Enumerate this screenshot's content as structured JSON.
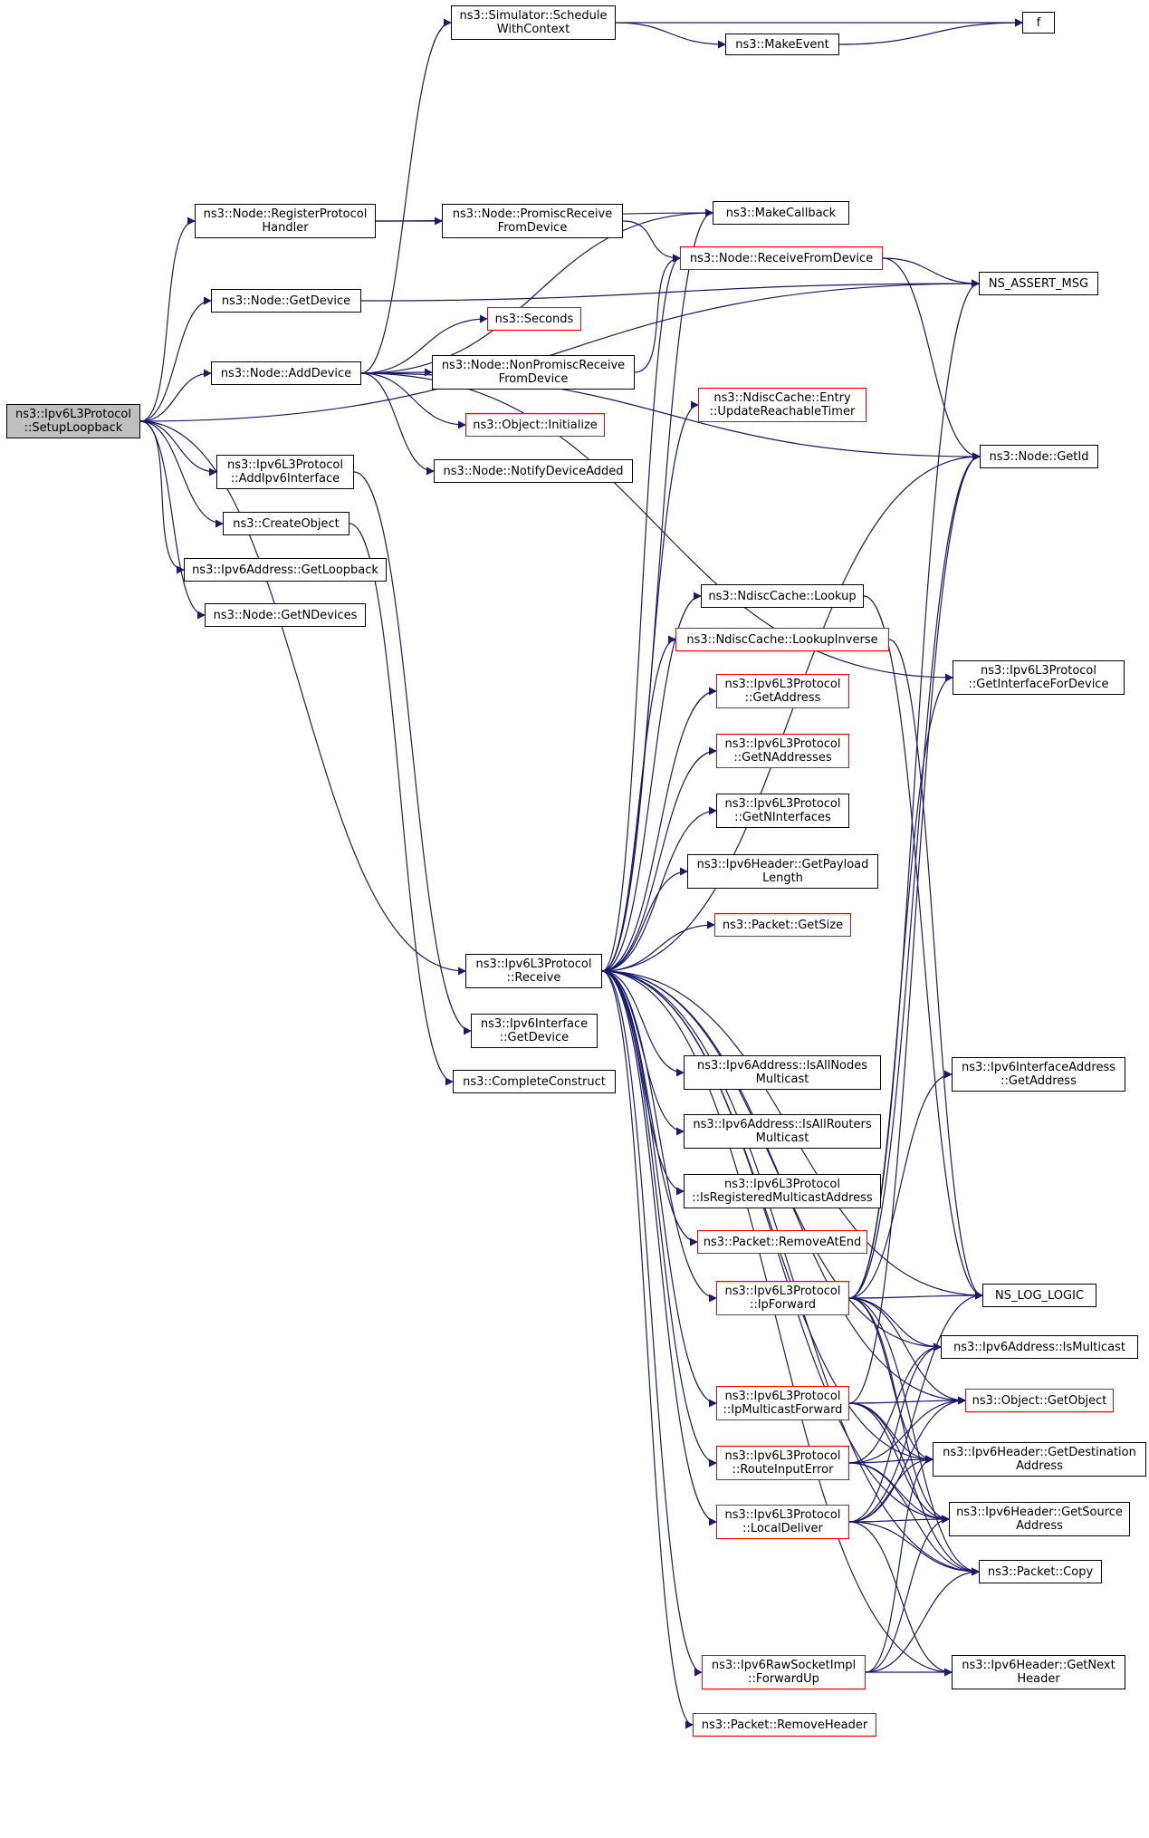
{
  "graph": {
    "root": "ns3::Ipv6L3Protocol::SetupLoopback",
    "colors": {
      "edge": "#191970",
      "node_border": "#000000",
      "node_border_undocumented": "#ff0000",
      "root_fill": "#bfbfbf",
      "background": "#ffffff"
    },
    "nodes": [
      {
        "id": "setup",
        "lines": [
          "ns3::Ipv6L3Protocol",
          "::SetupLoopback"
        ],
        "red": false,
        "root": true
      },
      {
        "id": "schedctx",
        "lines": [
          "ns3::Simulator::Schedule",
          "WithContext"
        ],
        "red": false
      },
      {
        "id": "f",
        "lines": [
          "f"
        ],
        "red": false
      },
      {
        "id": "makeevent",
        "lines": [
          "ns3::MakeEvent"
        ],
        "red": false
      },
      {
        "id": "regproto",
        "lines": [
          "ns3::Node::RegisterProtocol",
          "Handler"
        ],
        "red": false
      },
      {
        "id": "promisc",
        "lines": [
          "ns3::Node::PromiscReceive",
          "FromDevice"
        ],
        "red": false
      },
      {
        "id": "makecb",
        "lines": [
          "ns3::MakeCallback"
        ],
        "red": false
      },
      {
        "id": "recvfromdev",
        "lines": [
          "ns3::Node::ReceiveFromDevice"
        ],
        "red": true
      },
      {
        "id": "nsassert",
        "lines": [
          "NS_ASSERT_MSG"
        ],
        "red": false
      },
      {
        "id": "getdevice",
        "lines": [
          "ns3::Node::GetDevice"
        ],
        "red": false
      },
      {
        "id": "seconds",
        "lines": [
          "ns3::Seconds"
        ],
        "red": true
      },
      {
        "id": "adddevice",
        "lines": [
          "ns3::Node::AddDevice"
        ],
        "red": false
      },
      {
        "id": "nonpromisc",
        "lines": [
          "ns3::Node::NonPromiscReceive",
          "FromDevice"
        ],
        "red": false
      },
      {
        "id": "ndiscentry",
        "lines": [
          "ns3::NdiscCache::Entry",
          "::UpdateReachableTimer"
        ],
        "red": true
      },
      {
        "id": "objinit",
        "lines": [
          "ns3::Object::Initialize"
        ],
        "red": true
      },
      {
        "id": "getid",
        "lines": [
          "ns3::Node::GetId"
        ],
        "red": false
      },
      {
        "id": "addipv6if",
        "lines": [
          "ns3::Ipv6L3Protocol",
          "::AddIpv6Interface"
        ],
        "red": false
      },
      {
        "id": "notifyadded",
        "lines": [
          "ns3::Node::NotifyDeviceAdded"
        ],
        "red": false
      },
      {
        "id": "createobj",
        "lines": [
          "ns3::CreateObject"
        ],
        "red": false
      },
      {
        "id": "getloopback",
        "lines": [
          "ns3::Ipv6Address::GetLoopback"
        ],
        "red": false
      },
      {
        "id": "ndisclookup",
        "lines": [
          "ns3::NdiscCache::Lookup"
        ],
        "red": false
      },
      {
        "id": "getndevices",
        "lines": [
          "ns3::Node::GetNDevices"
        ],
        "red": false
      },
      {
        "id": "ndisclookupinv",
        "lines": [
          "ns3::NdiscCache::LookupInverse"
        ],
        "red": true
      },
      {
        "id": "getiffordev",
        "lines": [
          "ns3::Ipv6L3Protocol",
          "::GetInterfaceForDevice"
        ],
        "red": false
      },
      {
        "id": "getaddress",
        "lines": [
          "ns3::Ipv6L3Protocol",
          "::GetAddress"
        ],
        "red": true
      },
      {
        "id": "getnaddr",
        "lines": [
          "ns3::Ipv6L3Protocol",
          "::GetNAddresses"
        ],
        "red": true
      },
      {
        "id": "getnif",
        "lines": [
          "ns3::Ipv6L3Protocol",
          "::GetNInterfaces"
        ],
        "red": false
      },
      {
        "id": "getpayload",
        "lines": [
          "ns3::Ipv6Header::GetPayload",
          "Length"
        ],
        "red": false
      },
      {
        "id": "getsize",
        "lines": [
          "ns3::Packet::GetSize"
        ],
        "red": true
      },
      {
        "id": "receive",
        "lines": [
          "ns3::Ipv6L3Protocol",
          "::Receive"
        ],
        "red": false
      },
      {
        "id": "ifgetdevice",
        "lines": [
          "ns3::Ipv6Interface",
          "::GetDevice"
        ],
        "red": false
      },
      {
        "id": "allnodes",
        "lines": [
          "ns3::Ipv6Address::IsAllNodes",
          "Multicast"
        ],
        "red": false
      },
      {
        "id": "ifaddrget",
        "lines": [
          "ns3::Ipv6InterfaceAddress",
          "::GetAddress"
        ],
        "red": false
      },
      {
        "id": "completeconstruct",
        "lines": [
          "ns3::CompleteConstruct"
        ],
        "red": false
      },
      {
        "id": "allrouters",
        "lines": [
          "ns3::Ipv6Address::IsAllRouters",
          "Multicast"
        ],
        "red": false
      },
      {
        "id": "isregmcast",
        "lines": [
          "ns3::Ipv6L3Protocol",
          "::IsRegisteredMulticastAddress"
        ],
        "red": false
      },
      {
        "id": "removeatend",
        "lines": [
          "ns3::Packet::RemoveAtEnd"
        ],
        "red": true
      },
      {
        "id": "ipforward",
        "lines": [
          "ns3::Ipv6L3Protocol",
          "::IpForward"
        ],
        "red": true
      },
      {
        "id": "nslog",
        "lines": [
          "NS_LOG_LOGIC"
        ],
        "red": false
      },
      {
        "id": "ismulticast",
        "lines": [
          "ns3::Ipv6Address::IsMulticast"
        ],
        "red": false
      },
      {
        "id": "ipmcastfwd",
        "lines": [
          "ns3::Ipv6L3Protocol",
          "::IpMulticastForward"
        ],
        "red": true
      },
      {
        "id": "getobject",
        "lines": [
          "ns3::Object::GetObject"
        ],
        "red": true
      },
      {
        "id": "routeinerr",
        "lines": [
          "ns3::Ipv6L3Protocol",
          "::RouteInputError"
        ],
        "red": true
      },
      {
        "id": "getdest",
        "lines": [
          "ns3::Ipv6Header::GetDestination",
          "Address"
        ],
        "red": false
      },
      {
        "id": "localdeliver",
        "lines": [
          "ns3::Ipv6L3Protocol",
          "::LocalDeliver"
        ],
        "red": true
      },
      {
        "id": "getsrc",
        "lines": [
          "ns3::Ipv6Header::GetSource",
          "Address"
        ],
        "red": false
      },
      {
        "id": "pktcopy",
        "lines": [
          "ns3::Packet::Copy"
        ],
        "red": false
      },
      {
        "id": "rawfwdup",
        "lines": [
          "ns3::Ipv6RawSocketImpl",
          "::ForwardUp"
        ],
        "red": true
      },
      {
        "id": "getnexthdr",
        "lines": [
          "ns3::Ipv6Header::GetNext",
          "Header"
        ],
        "red": false
      },
      {
        "id": "removeheader",
        "lines": [
          "ns3::Packet::RemoveHeader"
        ],
        "red": true
      }
    ],
    "edges": [
      [
        "setup",
        "regproto"
      ],
      [
        "setup",
        "getdevice"
      ],
      [
        "setup",
        "adddevice"
      ],
      [
        "setup",
        "addipv6if"
      ],
      [
        "setup",
        "createobj"
      ],
      [
        "setup",
        "getloopback"
      ],
      [
        "setup",
        "getndevices"
      ],
      [
        "setup",
        "nsassert"
      ],
      [
        "setup",
        "receive"
      ],
      [
        "schedctx",
        "f"
      ],
      [
        "schedctx",
        "makeevent"
      ],
      [
        "makeevent",
        "f"
      ],
      [
        "regproto",
        "promisc"
      ],
      [
        "regproto",
        "makecb"
      ],
      [
        "promisc",
        "recvfromdev"
      ],
      [
        "getdevice",
        "nsassert"
      ],
      [
        "adddevice",
        "schedctx"
      ],
      [
        "adddevice",
        "makecb"
      ],
      [
        "adddevice",
        "seconds"
      ],
      [
        "adddevice",
        "nonpromisc"
      ],
      [
        "adddevice",
        "objinit"
      ],
      [
        "adddevice",
        "notifyadded"
      ],
      [
        "adddevice",
        "getid"
      ],
      [
        "adddevice",
        "getiffordev"
      ],
      [
        "nonpromisc",
        "recvfromdev"
      ],
      [
        "recvfromdev",
        "nsassert"
      ],
      [
        "recvfromdev",
        "getid"
      ],
      [
        "addipv6if",
        "ifgetdevice"
      ],
      [
        "createobj",
        "completeconstruct"
      ],
      [
        "receive",
        "makecb"
      ],
      [
        "receive",
        "recvfromdev"
      ],
      [
        "receive",
        "ndiscentry"
      ],
      [
        "receive",
        "ndisclookup"
      ],
      [
        "receive",
        "ndisclookupinv"
      ],
      [
        "receive",
        "getaddress"
      ],
      [
        "receive",
        "getnaddr"
      ],
      [
        "receive",
        "getnif"
      ],
      [
        "receive",
        "getpayload"
      ],
      [
        "receive",
        "getsize"
      ],
      [
        "receive",
        "allnodes"
      ],
      [
        "receive",
        "allrouters"
      ],
      [
        "receive",
        "isregmcast"
      ],
      [
        "receive",
        "removeatend"
      ],
      [
        "receive",
        "ipforward"
      ],
      [
        "receive",
        "ipmcastfwd"
      ],
      [
        "receive",
        "routeinerr"
      ],
      [
        "receive",
        "localdeliver"
      ],
      [
        "receive",
        "rawfwdup"
      ],
      [
        "receive",
        "removeheader"
      ],
      [
        "receive",
        "getid"
      ],
      [
        "receive",
        "nslog"
      ],
      [
        "receive",
        "getobject"
      ],
      [
        "receive",
        "getdest"
      ],
      [
        "receive",
        "getsrc"
      ],
      [
        "receive",
        "pktcopy"
      ],
      [
        "receive",
        "getnexthdr"
      ],
      [
        "receive",
        "ismulticast"
      ],
      [
        "ndisclookup",
        "nslog"
      ],
      [
        "ndisclookupinv",
        "nslog"
      ],
      [
        "ipforward",
        "nsassert"
      ],
      [
        "ipforward",
        "getid"
      ],
      [
        "ipforward",
        "getiffordev"
      ],
      [
        "ipforward",
        "ifaddrget"
      ],
      [
        "ipforward",
        "nslog"
      ],
      [
        "ipforward",
        "ismulticast"
      ],
      [
        "ipforward",
        "getobject"
      ],
      [
        "ipforward",
        "getdest"
      ],
      [
        "ipforward",
        "getsrc"
      ],
      [
        "ipforward",
        "pktcopy"
      ],
      [
        "ipmcastfwd",
        "getid"
      ],
      [
        "ipmcastfwd",
        "getobject"
      ],
      [
        "ipmcastfwd",
        "getdest"
      ],
      [
        "ipmcastfwd",
        "getsrc"
      ],
      [
        "ipmcastfwd",
        "pktcopy"
      ],
      [
        "routeinerr",
        "ismulticast"
      ],
      [
        "routeinerr",
        "getobject"
      ],
      [
        "routeinerr",
        "getdest"
      ],
      [
        "routeinerr",
        "getsrc"
      ],
      [
        "routeinerr",
        "pktcopy"
      ],
      [
        "localdeliver",
        "nslog"
      ],
      [
        "localdeliver",
        "ismulticast"
      ],
      [
        "localdeliver",
        "getobject"
      ],
      [
        "localdeliver",
        "getdest"
      ],
      [
        "localdeliver",
        "getsrc"
      ],
      [
        "localdeliver",
        "pktcopy"
      ],
      [
        "localdeliver",
        "getnexthdr"
      ],
      [
        "rawfwdup",
        "getdest"
      ],
      [
        "rawfwdup",
        "getsrc"
      ],
      [
        "rawfwdup",
        "pktcopy"
      ],
      [
        "rawfwdup",
        "getnexthdr"
      ]
    ]
  }
}
